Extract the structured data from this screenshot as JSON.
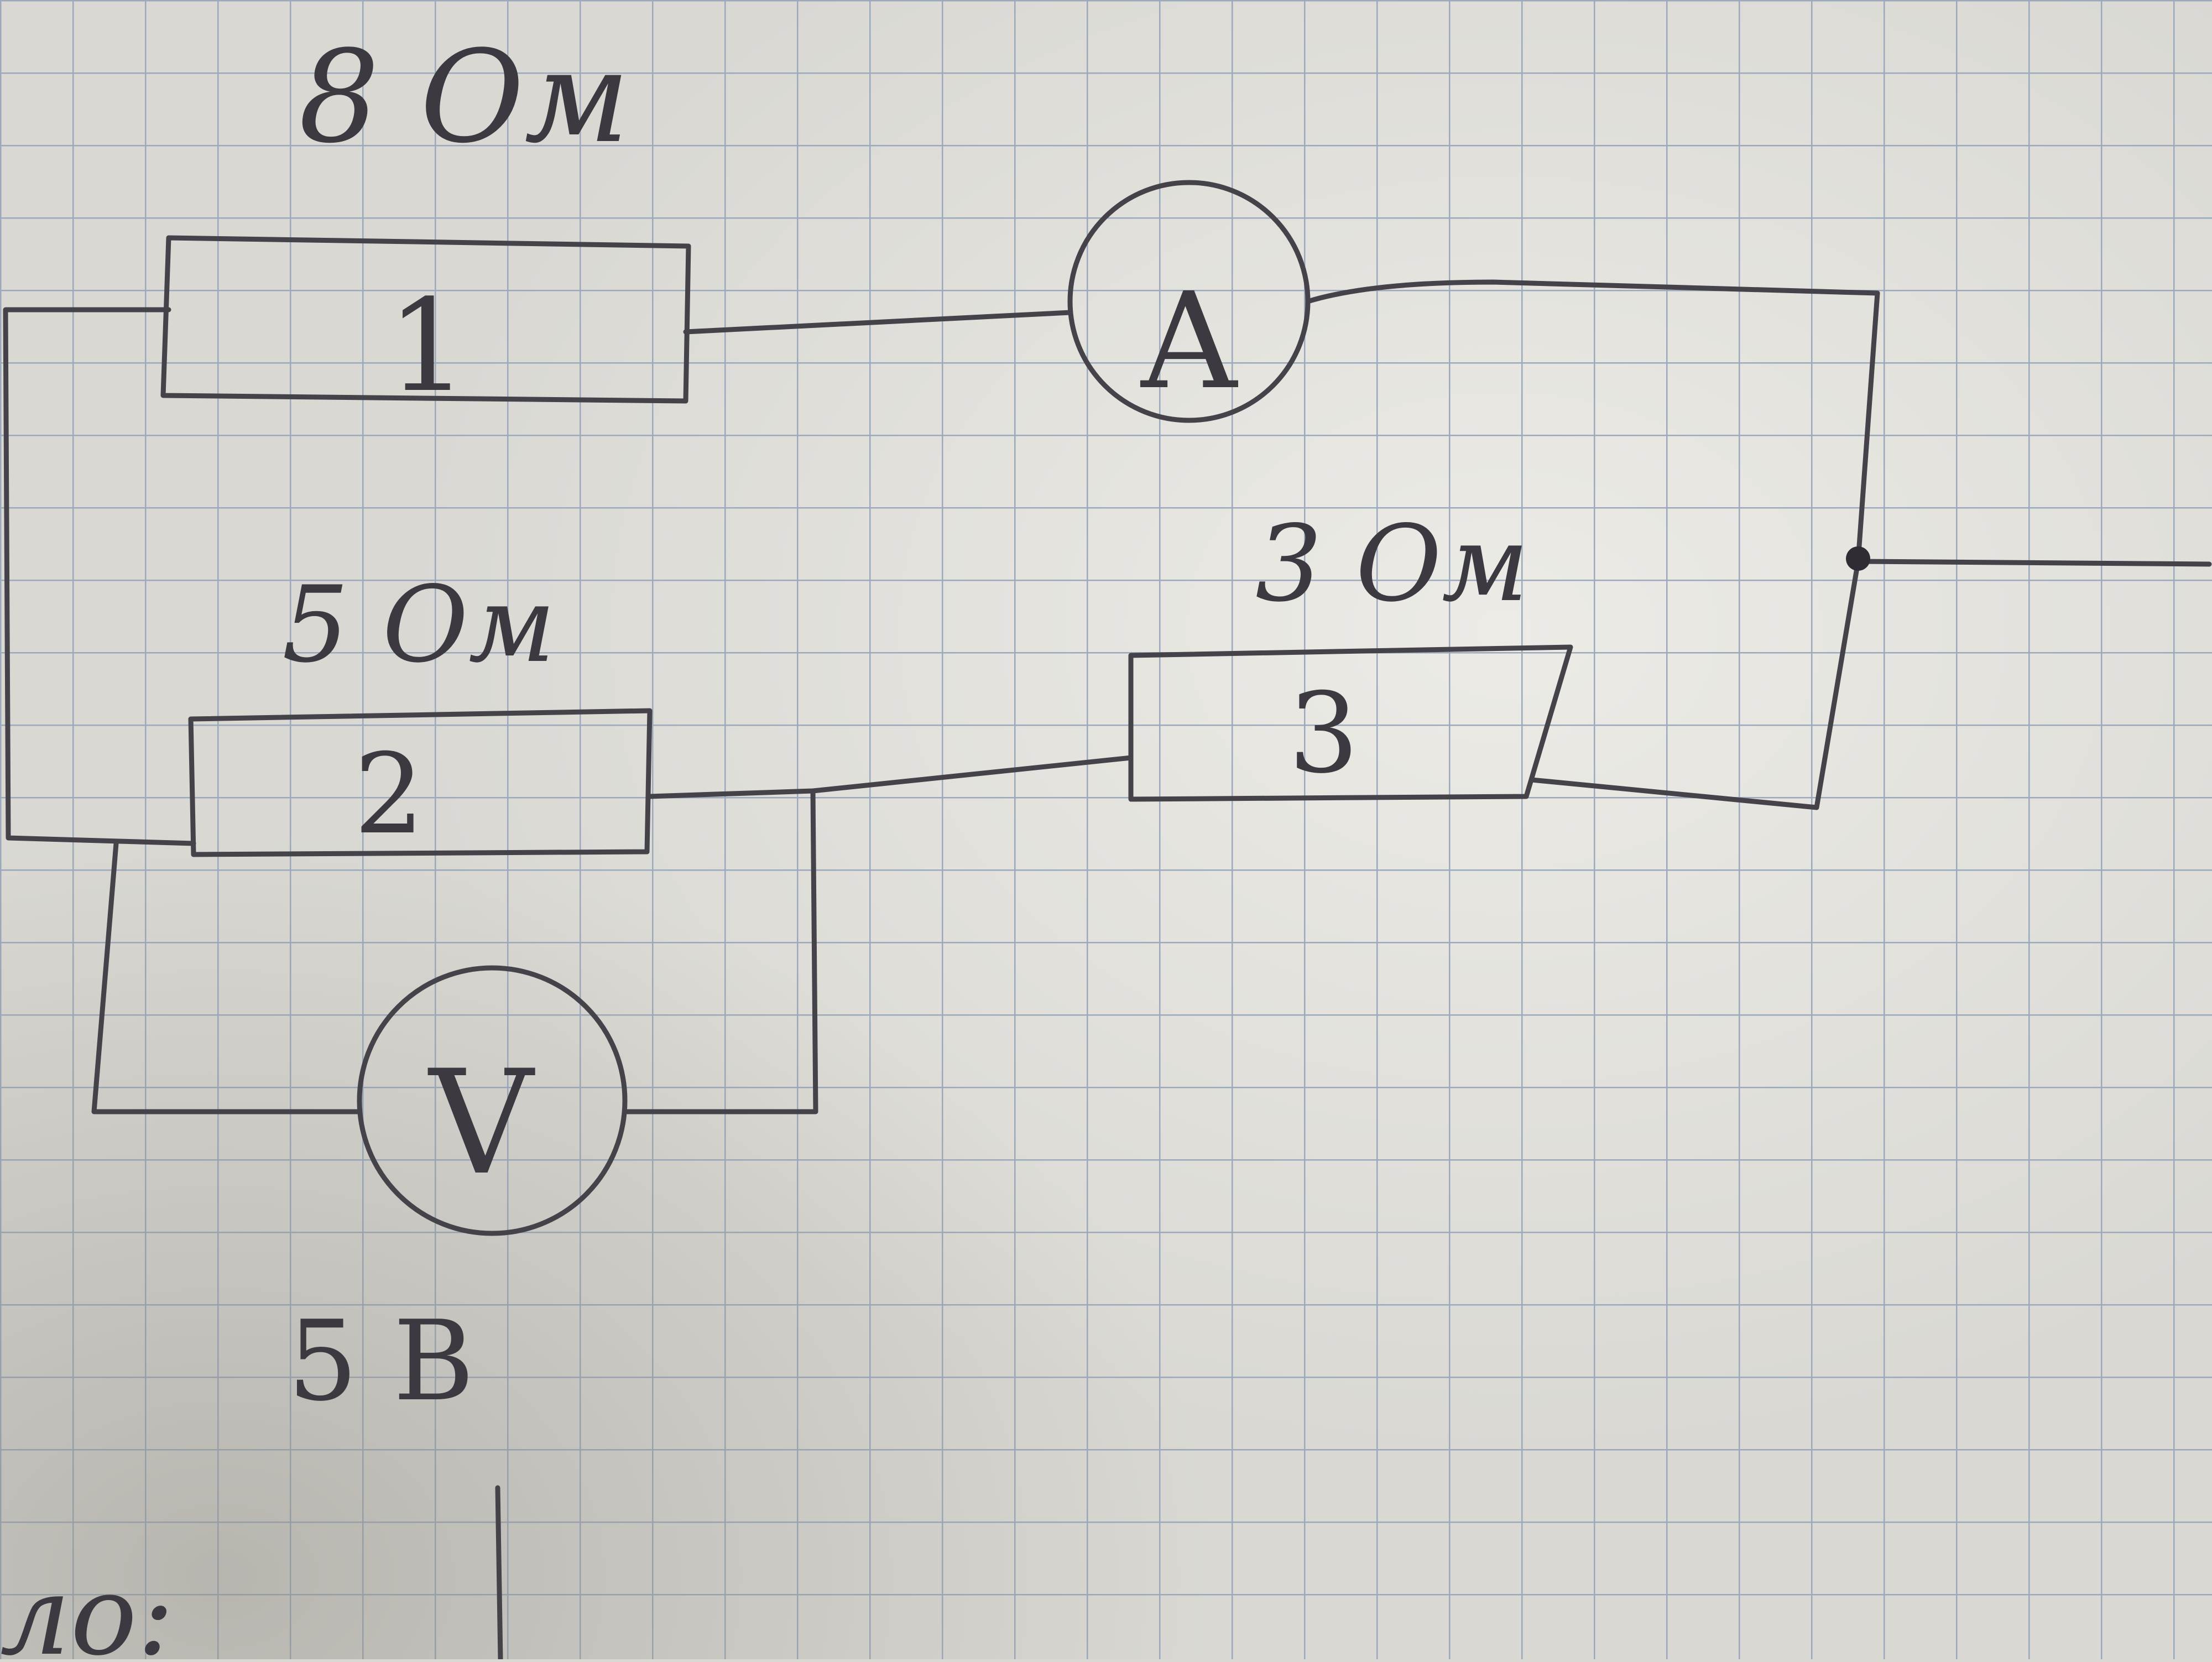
{
  "diagram": {
    "resistors": [
      {
        "number": "1",
        "value_label": "8 Ом"
      },
      {
        "number": "2",
        "value_label": "5 Ом"
      },
      {
        "number": "3",
        "value_label": "3 Ом"
      }
    ],
    "ammeter": {
      "symbol": "A"
    },
    "voltmeter": {
      "symbol": "V",
      "reading_label": "5 В"
    },
    "bottom_fragment": "ло:"
  },
  "colors": {
    "paper": "#d9d8d3",
    "grid": "#9aa9bb",
    "ink": "#45424a",
    "glare": "#f1f0eb"
  }
}
